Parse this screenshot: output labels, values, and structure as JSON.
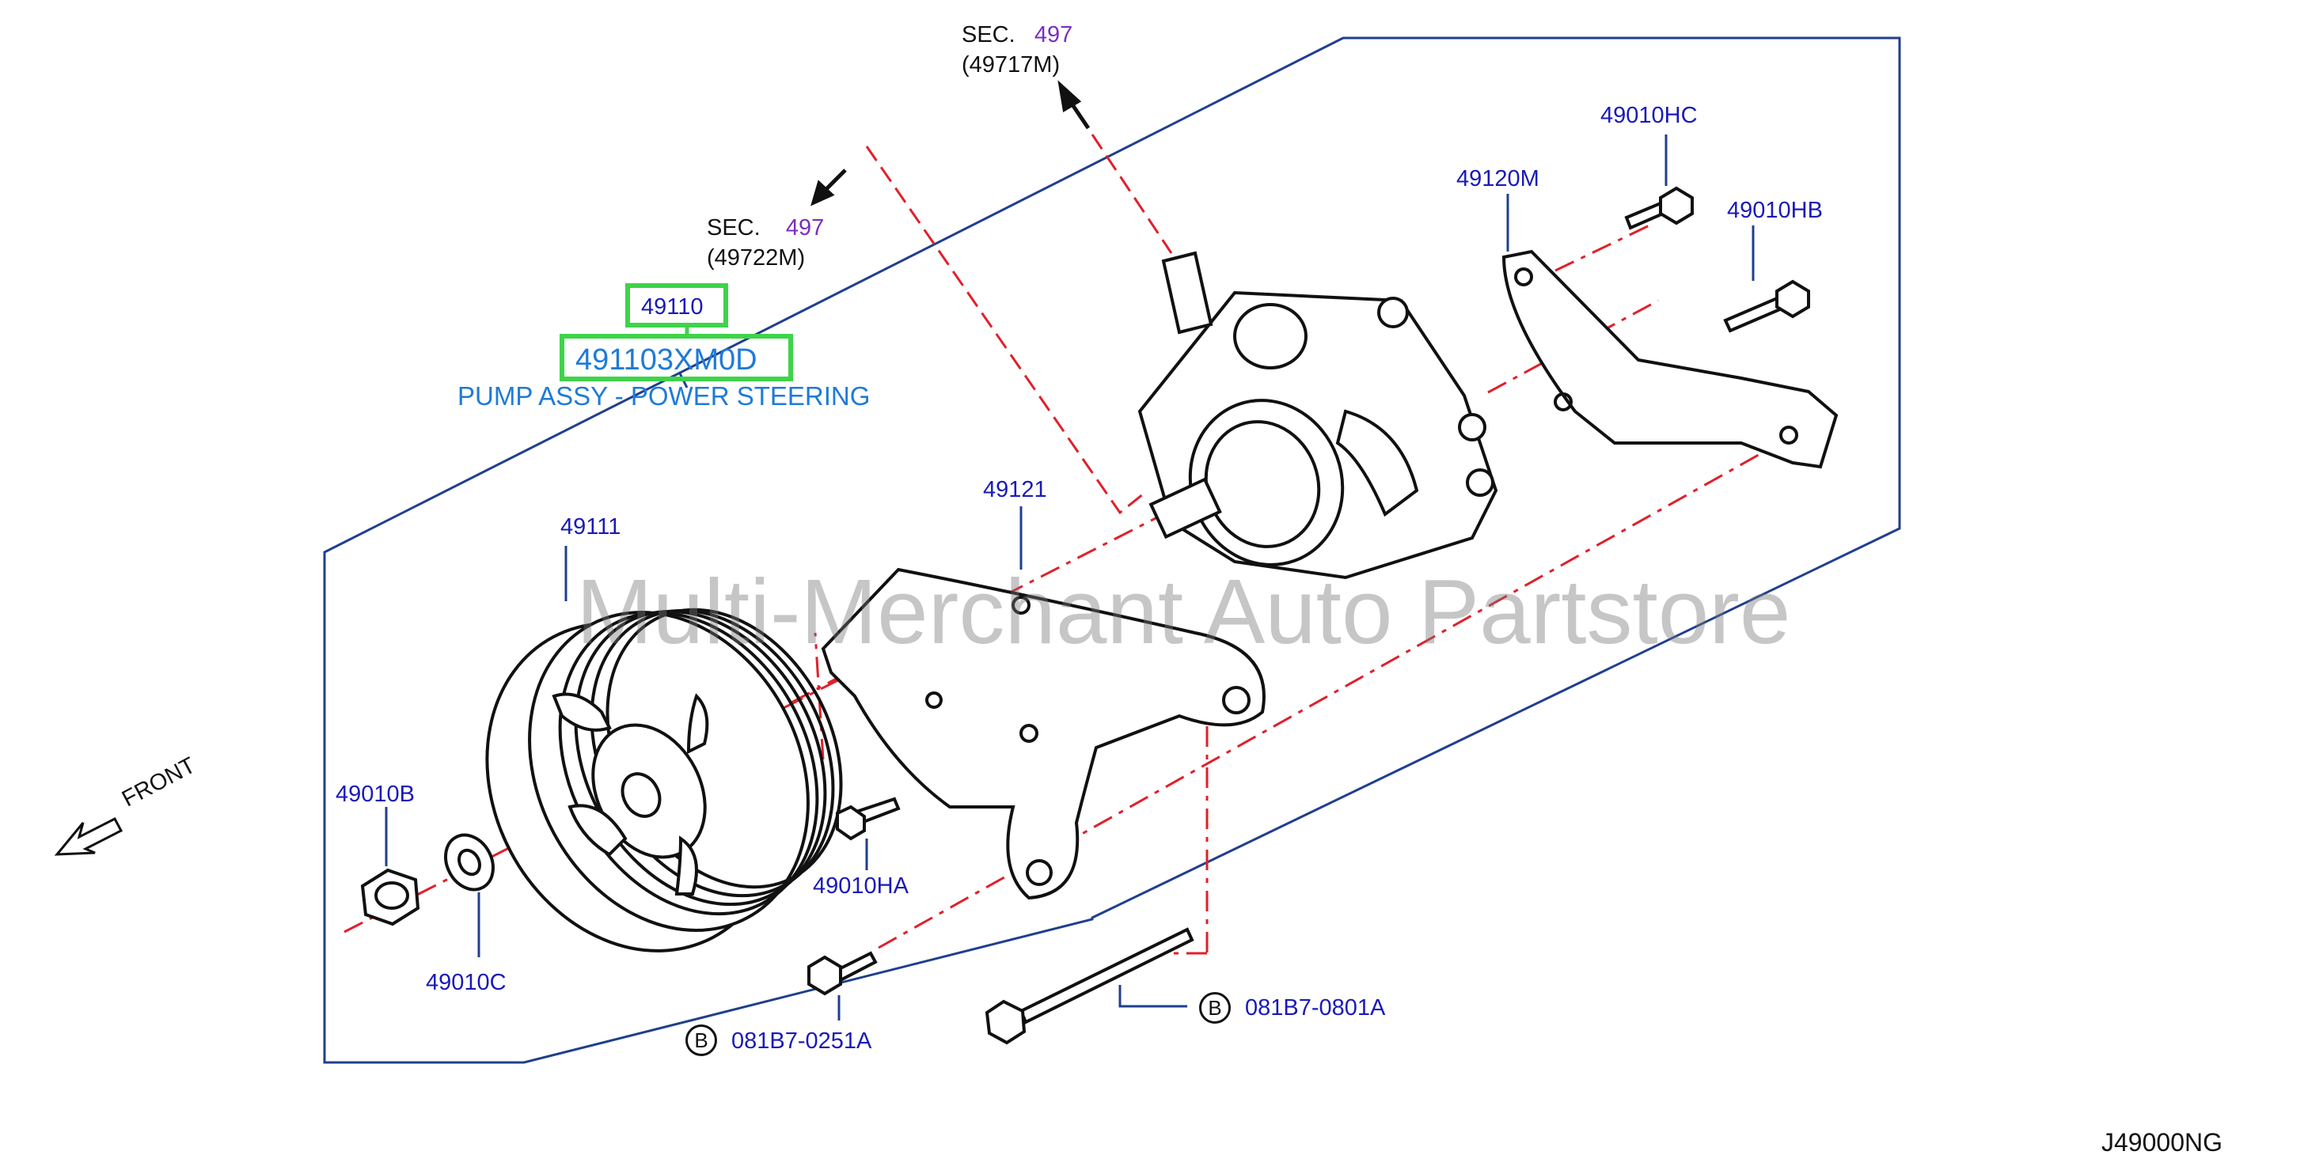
{
  "diagram_code": "J49000NG",
  "watermark": "Multi-Merchant Auto Partstore",
  "front_label": "FRONT",
  "sections": [
    {
      "prefix": "SEC.",
      "number": "497",
      "ref": "(49717M)"
    },
    {
      "prefix": "SEC.",
      "number": "497",
      "ref": "(49722M)"
    }
  ],
  "highlight": {
    "part_number": "49110",
    "full_part_number": "491103XM0D",
    "description": "PUMP ASSY - POWER STEERING"
  },
  "parts": {
    "p49120M": "49120M",
    "p49010HC": "49010HC",
    "p49010HB": "49010HB",
    "p49121": "49121",
    "p49111": "49111",
    "p49010B": "49010B",
    "p49010HA": "49010HA",
    "p49010C": "49010C",
    "bolt_b1": "081B7-0251A",
    "bolt_b2": "081B7-0801A"
  },
  "bolt_symbol": "B",
  "colors": {
    "frame": "#1f3f8f",
    "centerline": "#e0202a",
    "highlight": "#3fd34a",
    "part_number_text": "#1a1ab8",
    "section_number": "#7a2fbe",
    "callout_text": "#1e7bd8"
  }
}
